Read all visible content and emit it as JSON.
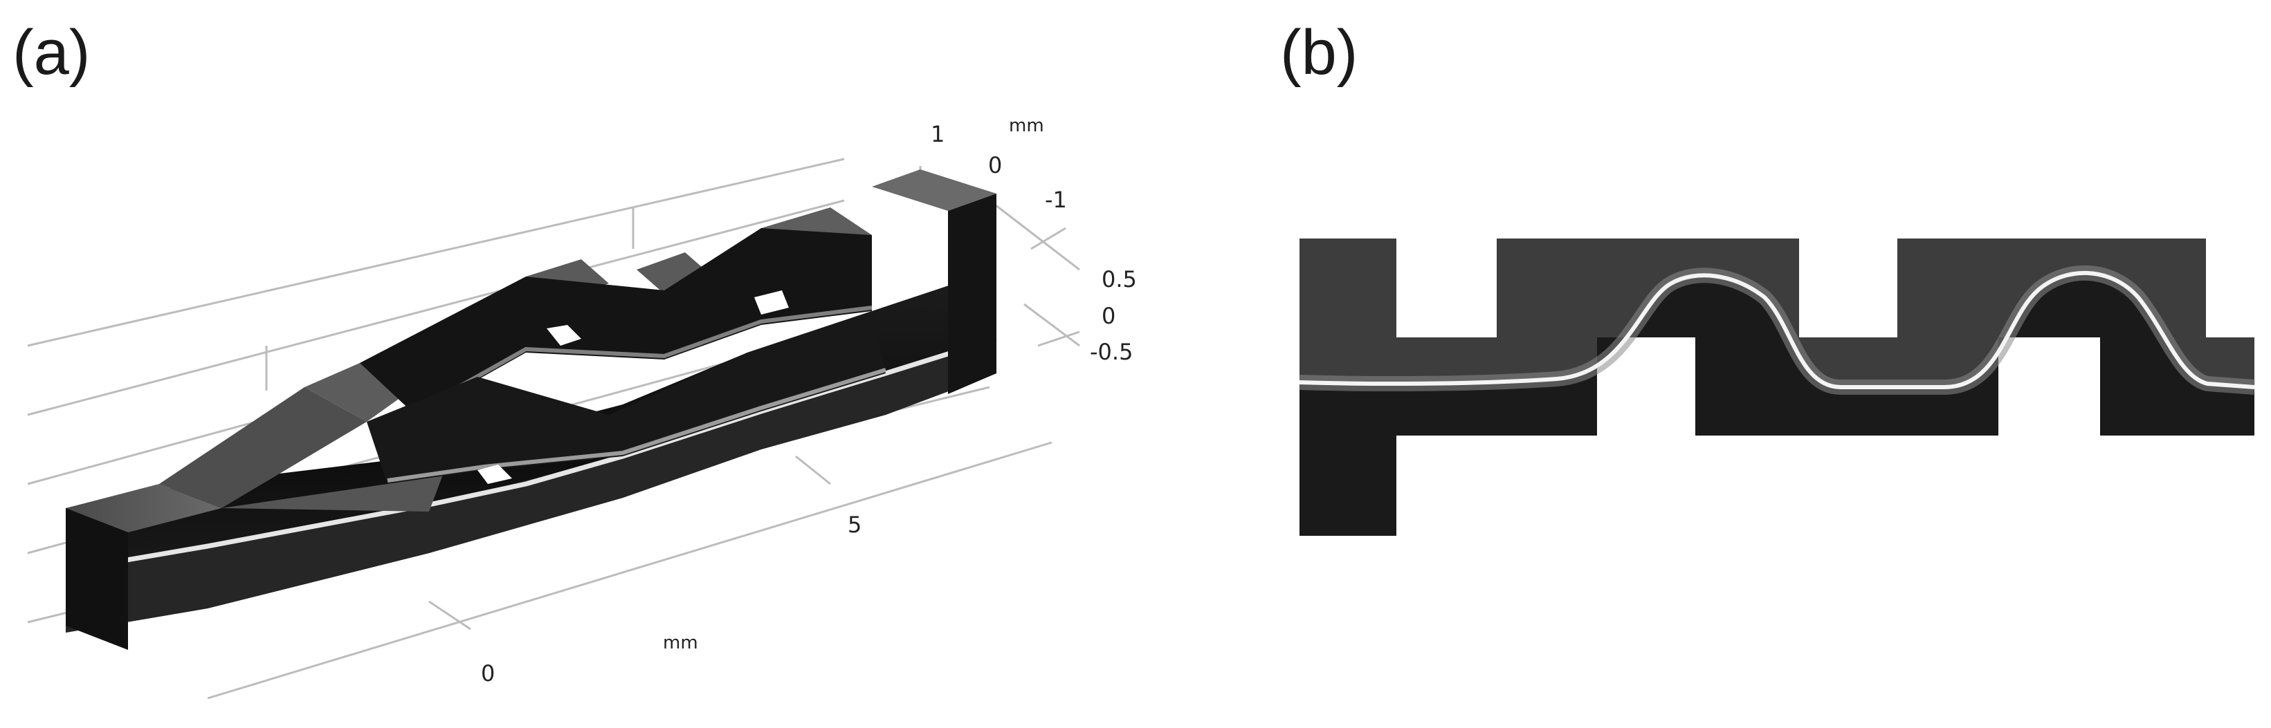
{
  "panels": {
    "a": {
      "label": "(a)"
    },
    "b": {
      "label": "(b)"
    }
  },
  "panel_a_axes": {
    "vertical_unit": "mm",
    "vertical_ticks": [
      "1",
      "0",
      "-1"
    ],
    "side_unit": "mm",
    "side_ticks": [
      "0.5",
      "0",
      "-0.5"
    ],
    "length_unit": "mm",
    "length_ticks": [
      "0",
      "5"
    ]
  },
  "colors": {
    "solid_dark": "#151515",
    "top_face": "#5a5a5a",
    "interface": "#e8e8e8",
    "panel_b_light": "#3c3c3c",
    "panel_b_dark": "#1b1b1b"
  }
}
